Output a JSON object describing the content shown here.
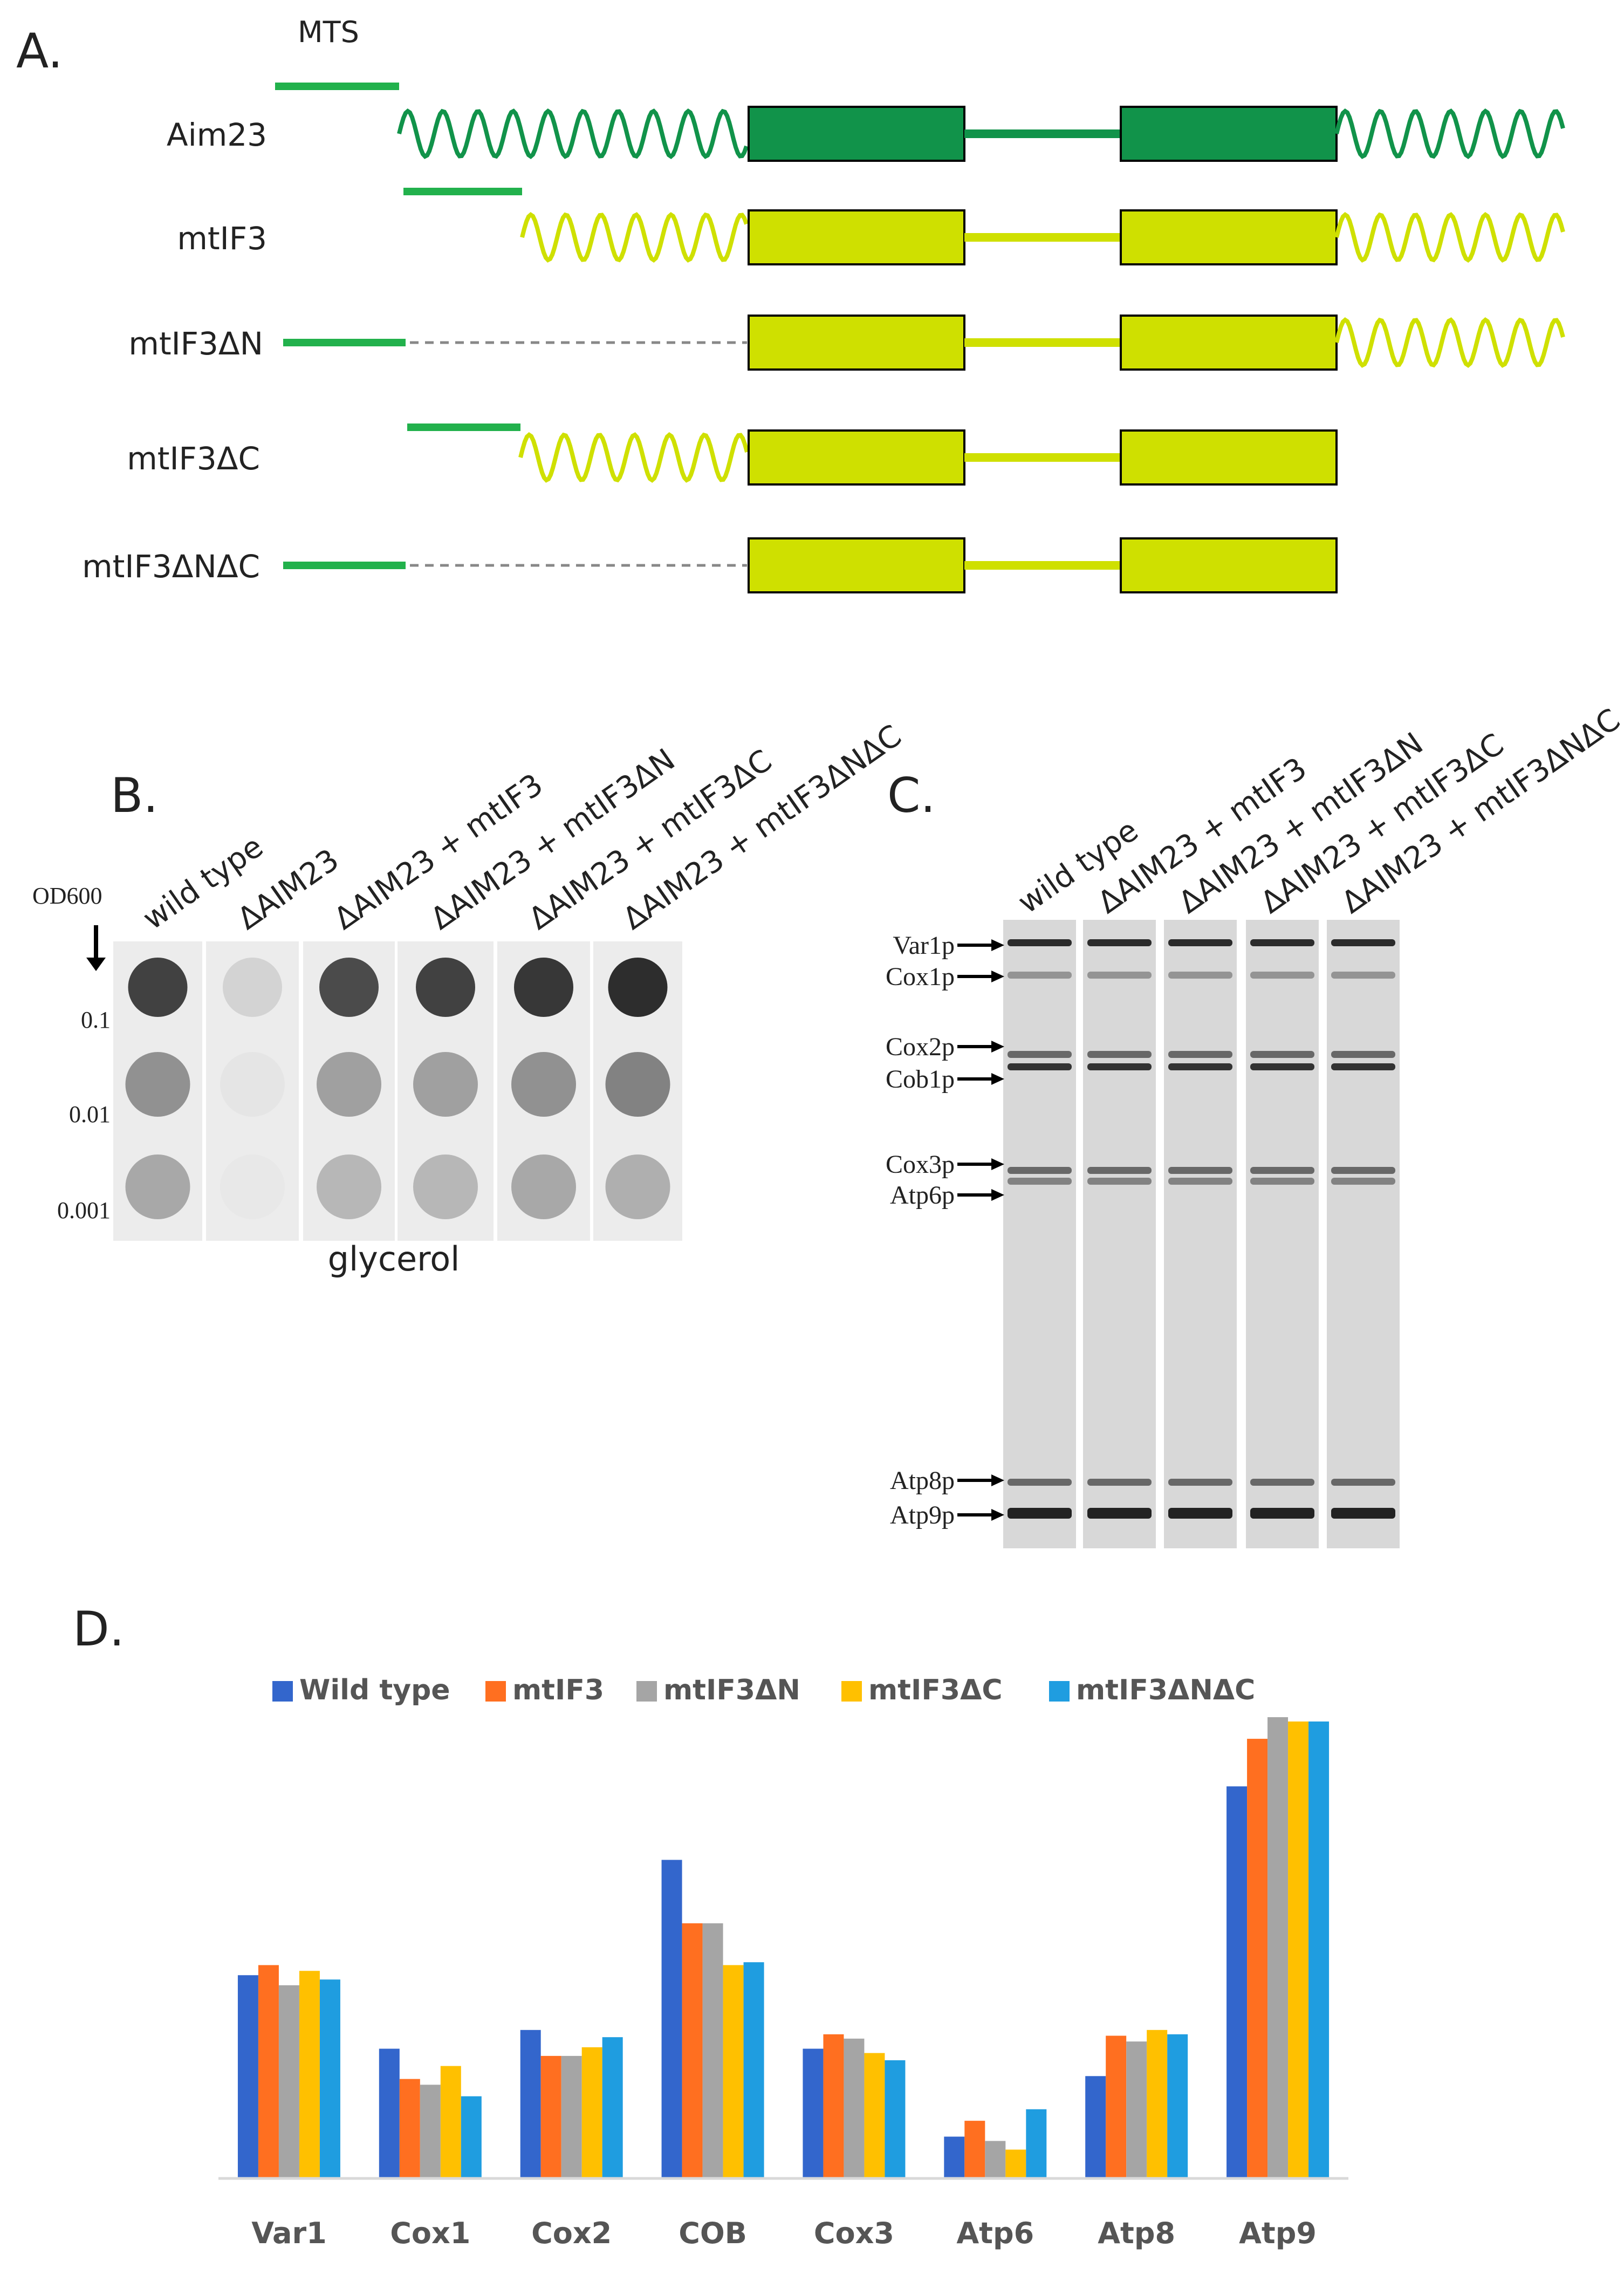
{
  "panelA": {
    "label": "A.",
    "mts_label": "MTS",
    "constructs": [
      {
        "name": "Aim23"
      },
      {
        "name": "mtIF3"
      },
      {
        "name": "mtIF3ΔN"
      },
      {
        "name": "mtIF3ΔC"
      },
      {
        "name": "mtIF3ΔNΔC"
      }
    ],
    "colors": {
      "mts": "#22b14c",
      "aim23": "#11934a",
      "mtif3": "#cfe000",
      "outline": "#000000",
      "dash": "#888888"
    }
  },
  "panelB": {
    "label": "B.",
    "od_label": "OD600",
    "od_values": [
      "0.1",
      "0.01",
      "0.001"
    ],
    "lanes": [
      "wild type",
      "ΔAIM23",
      "ΔAIM23 + mtIF3",
      "ΔAIM23 + mtIF3ΔN",
      "ΔAIM23 + mtIF3ΔC",
      "ΔAIM23 + mtIF3ΔNΔC"
    ],
    "medium": "glycerol"
  },
  "panelC": {
    "label": "C.",
    "lanes": [
      "wild type",
      "ΔAIM23 + mtIF3",
      "ΔAIM23 + mtIF3ΔN",
      "ΔAIM23 + mtIF3ΔC",
      "ΔAIM23 + mtIF3ΔNΔC"
    ],
    "bands": [
      "Var1p",
      "Cox1p",
      "Cox2p",
      "Cob1p",
      "Cox3p",
      "Atp6p",
      "Atp8p",
      "Atp9p"
    ]
  },
  "panelD": {
    "label": "D."
  },
  "chart_data": {
    "type": "bar",
    "categories": [
      "Var1",
      "Cox1",
      "Cox2",
      "COB",
      "Cox3",
      "Atp6",
      "Atp8",
      "Atp9"
    ],
    "series": [
      {
        "name": "Wild type",
        "color": "#3366cc",
        "values": [
          141,
          90,
          103,
          221,
          90,
          29,
          71,
          272
        ]
      },
      {
        "name": "mtIF3",
        "color": "#ff6f20",
        "values": [
          148,
          69,
          85,
          177,
          100,
          40,
          99,
          305
        ]
      },
      {
        "name": "mtIF3ΔN",
        "color": "#a5a5a5",
        "values": [
          134,
          65,
          85,
          177,
          97,
          26,
          95,
          320
        ]
      },
      {
        "name": "mtIF3ΔC",
        "color": "#ffc000",
        "values": [
          144,
          78,
          91,
          148,
          87,
          20,
          103,
          317
        ]
      },
      {
        "name": "mtIF3ΔNΔC",
        "color": "#1f9de0",
        "values": [
          138,
          57,
          98,
          150,
          82,
          48,
          100,
          317
        ]
      }
    ],
    "ylim": [
      0,
      320
    ],
    "grid": false,
    "legend": "top"
  }
}
